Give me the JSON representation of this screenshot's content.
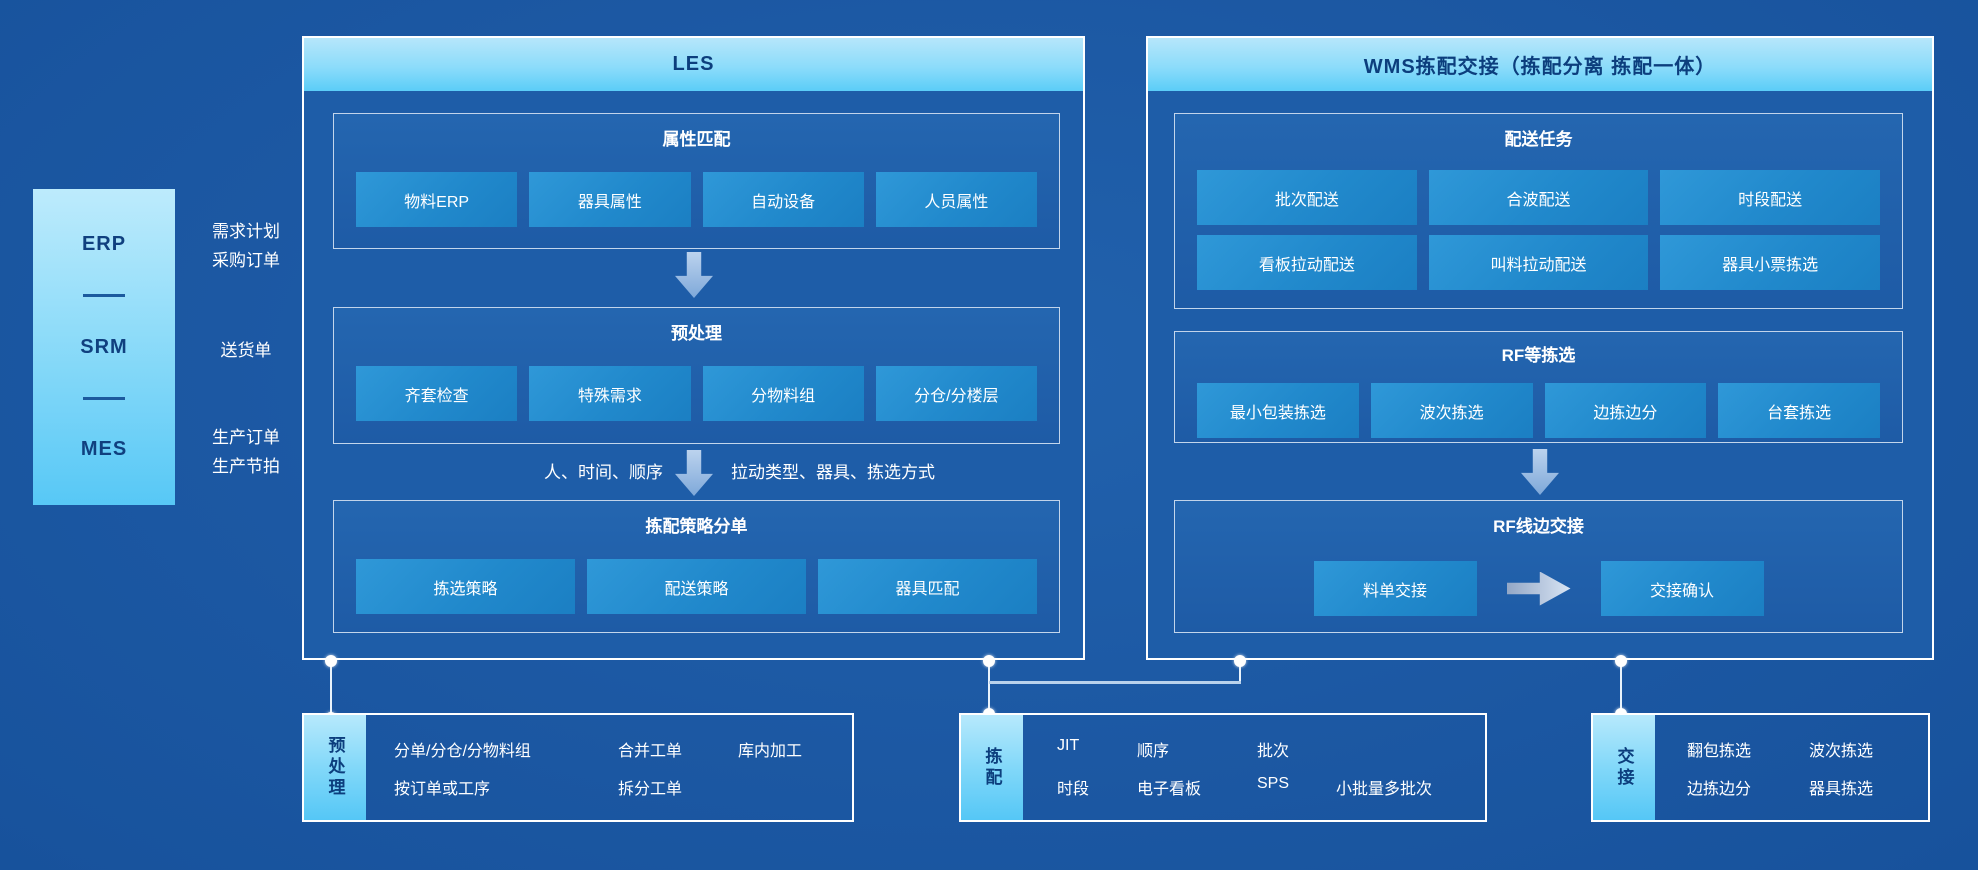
{
  "colors": {
    "background": "#1c58a3",
    "panel_fill": "#1e5da8",
    "panel_border": "#ffffff",
    "header_gradient_top": "#b6e6fb",
    "header_gradient_bottom": "#5bcdf8",
    "header_text": "#0c3e7d",
    "button_fill": "#2189cc",
    "button_text": "#ffffff",
    "arrow_fill": "#9dbde4",
    "connector": "#e9f3fc"
  },
  "sources": {
    "systems": [
      {
        "name": "ERP",
        "outputs": [
          "需求计划",
          "采购订单"
        ]
      },
      {
        "name": "SRM",
        "outputs": [
          "送货单"
        ]
      },
      {
        "name": "MES",
        "outputs": [
          "生产订单",
          "生产节拍"
        ]
      }
    ]
  },
  "les": {
    "title": "LES",
    "sections": [
      {
        "title": "属性匹配",
        "buttons": [
          "物料ERP",
          "器具属性",
          "自动设备",
          "人员属性"
        ]
      },
      {
        "title": "预处理",
        "buttons": [
          "齐套检查",
          "特殊需求",
          "分物料组",
          "分仓/分楼层"
        ]
      },
      {
        "title": "拣配策略分单",
        "buttons": [
          "拣选策略",
          "配送策略",
          "器具匹配"
        ]
      }
    ],
    "between_labels": {
      "left": "人、时间、顺序",
      "right": "拉动类型、器具、拣选方式"
    }
  },
  "wms": {
    "title": "WMS拣配交接（拣配分离 拣配一体）",
    "sections": [
      {
        "title": "配送任务",
        "buttons": [
          "批次配送",
          "合波配送",
          "时段配送",
          "看板拉动配送",
          "叫料拉动配送",
          "器具小票拣选"
        ]
      },
      {
        "title": "RF等拣选",
        "buttons": [
          "最小包装拣选",
          "波次拣选",
          "边拣边分",
          "台套拣选"
        ]
      },
      {
        "title": "RF线边交接",
        "buttons": [
          "料单交接",
          "交接确认"
        ]
      }
    ]
  },
  "footers": [
    {
      "tab": "预处理",
      "rows": [
        [
          "分单/分仓/分物料组",
          "合并工单",
          "库内加工"
        ],
        [
          "按订单或工序",
          "拆分工单"
        ]
      ]
    },
    {
      "tab": "拣配",
      "rows": [
        [
          "JIT",
          "顺序",
          "批次"
        ],
        [
          "时段",
          "电子看板",
          "SPS",
          "小批量多批次"
        ]
      ]
    },
    {
      "tab": "交接",
      "rows": [
        [
          "翻包拣选",
          "波次拣选"
        ],
        [
          "边拣边分",
          "器具拣选"
        ]
      ]
    }
  ]
}
